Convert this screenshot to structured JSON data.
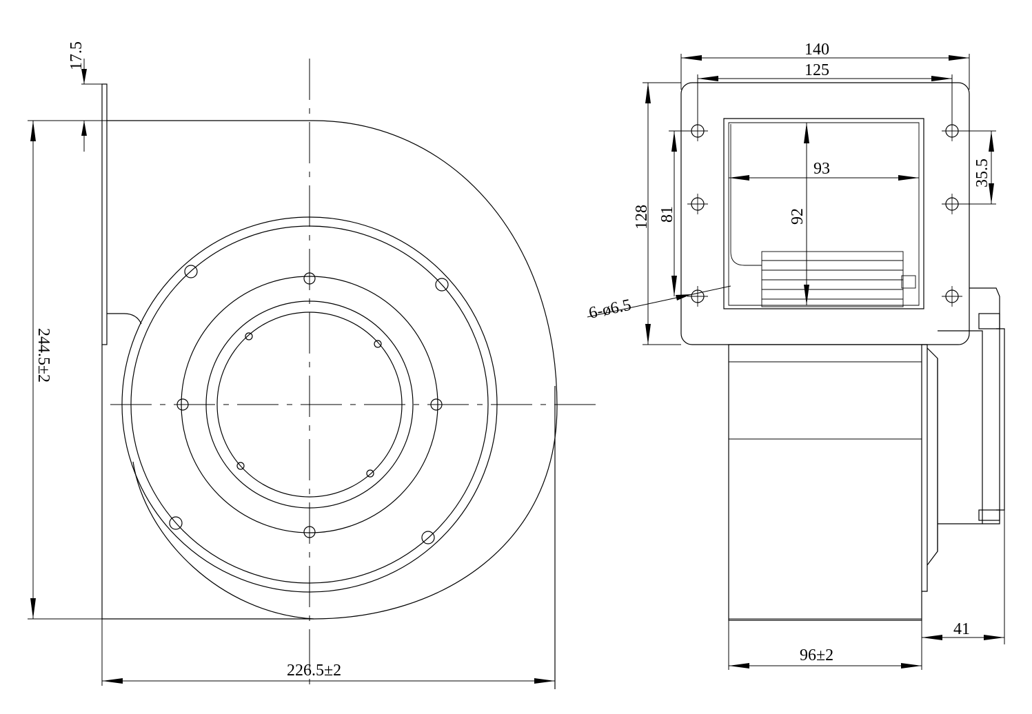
{
  "colors": {
    "line": "#000000",
    "background": "#ffffff"
  },
  "front_view": {
    "dim_flange_offset": "17.5",
    "dim_height": "244.5±2",
    "dim_width": "226.5±2"
  },
  "side_view": {
    "dim_outer_width": "140",
    "dim_hole_spacing_x": "125",
    "dim_outlet_width": "93",
    "dim_outlet_height": "92",
    "dim_flange_height": "128",
    "dim_hole_spacing_y": "81",
    "dim_hole_pitch": "35.5",
    "dim_holes": "6-ø6.5",
    "dim_body_depth": "96±2",
    "dim_motor_depth": "41"
  }
}
